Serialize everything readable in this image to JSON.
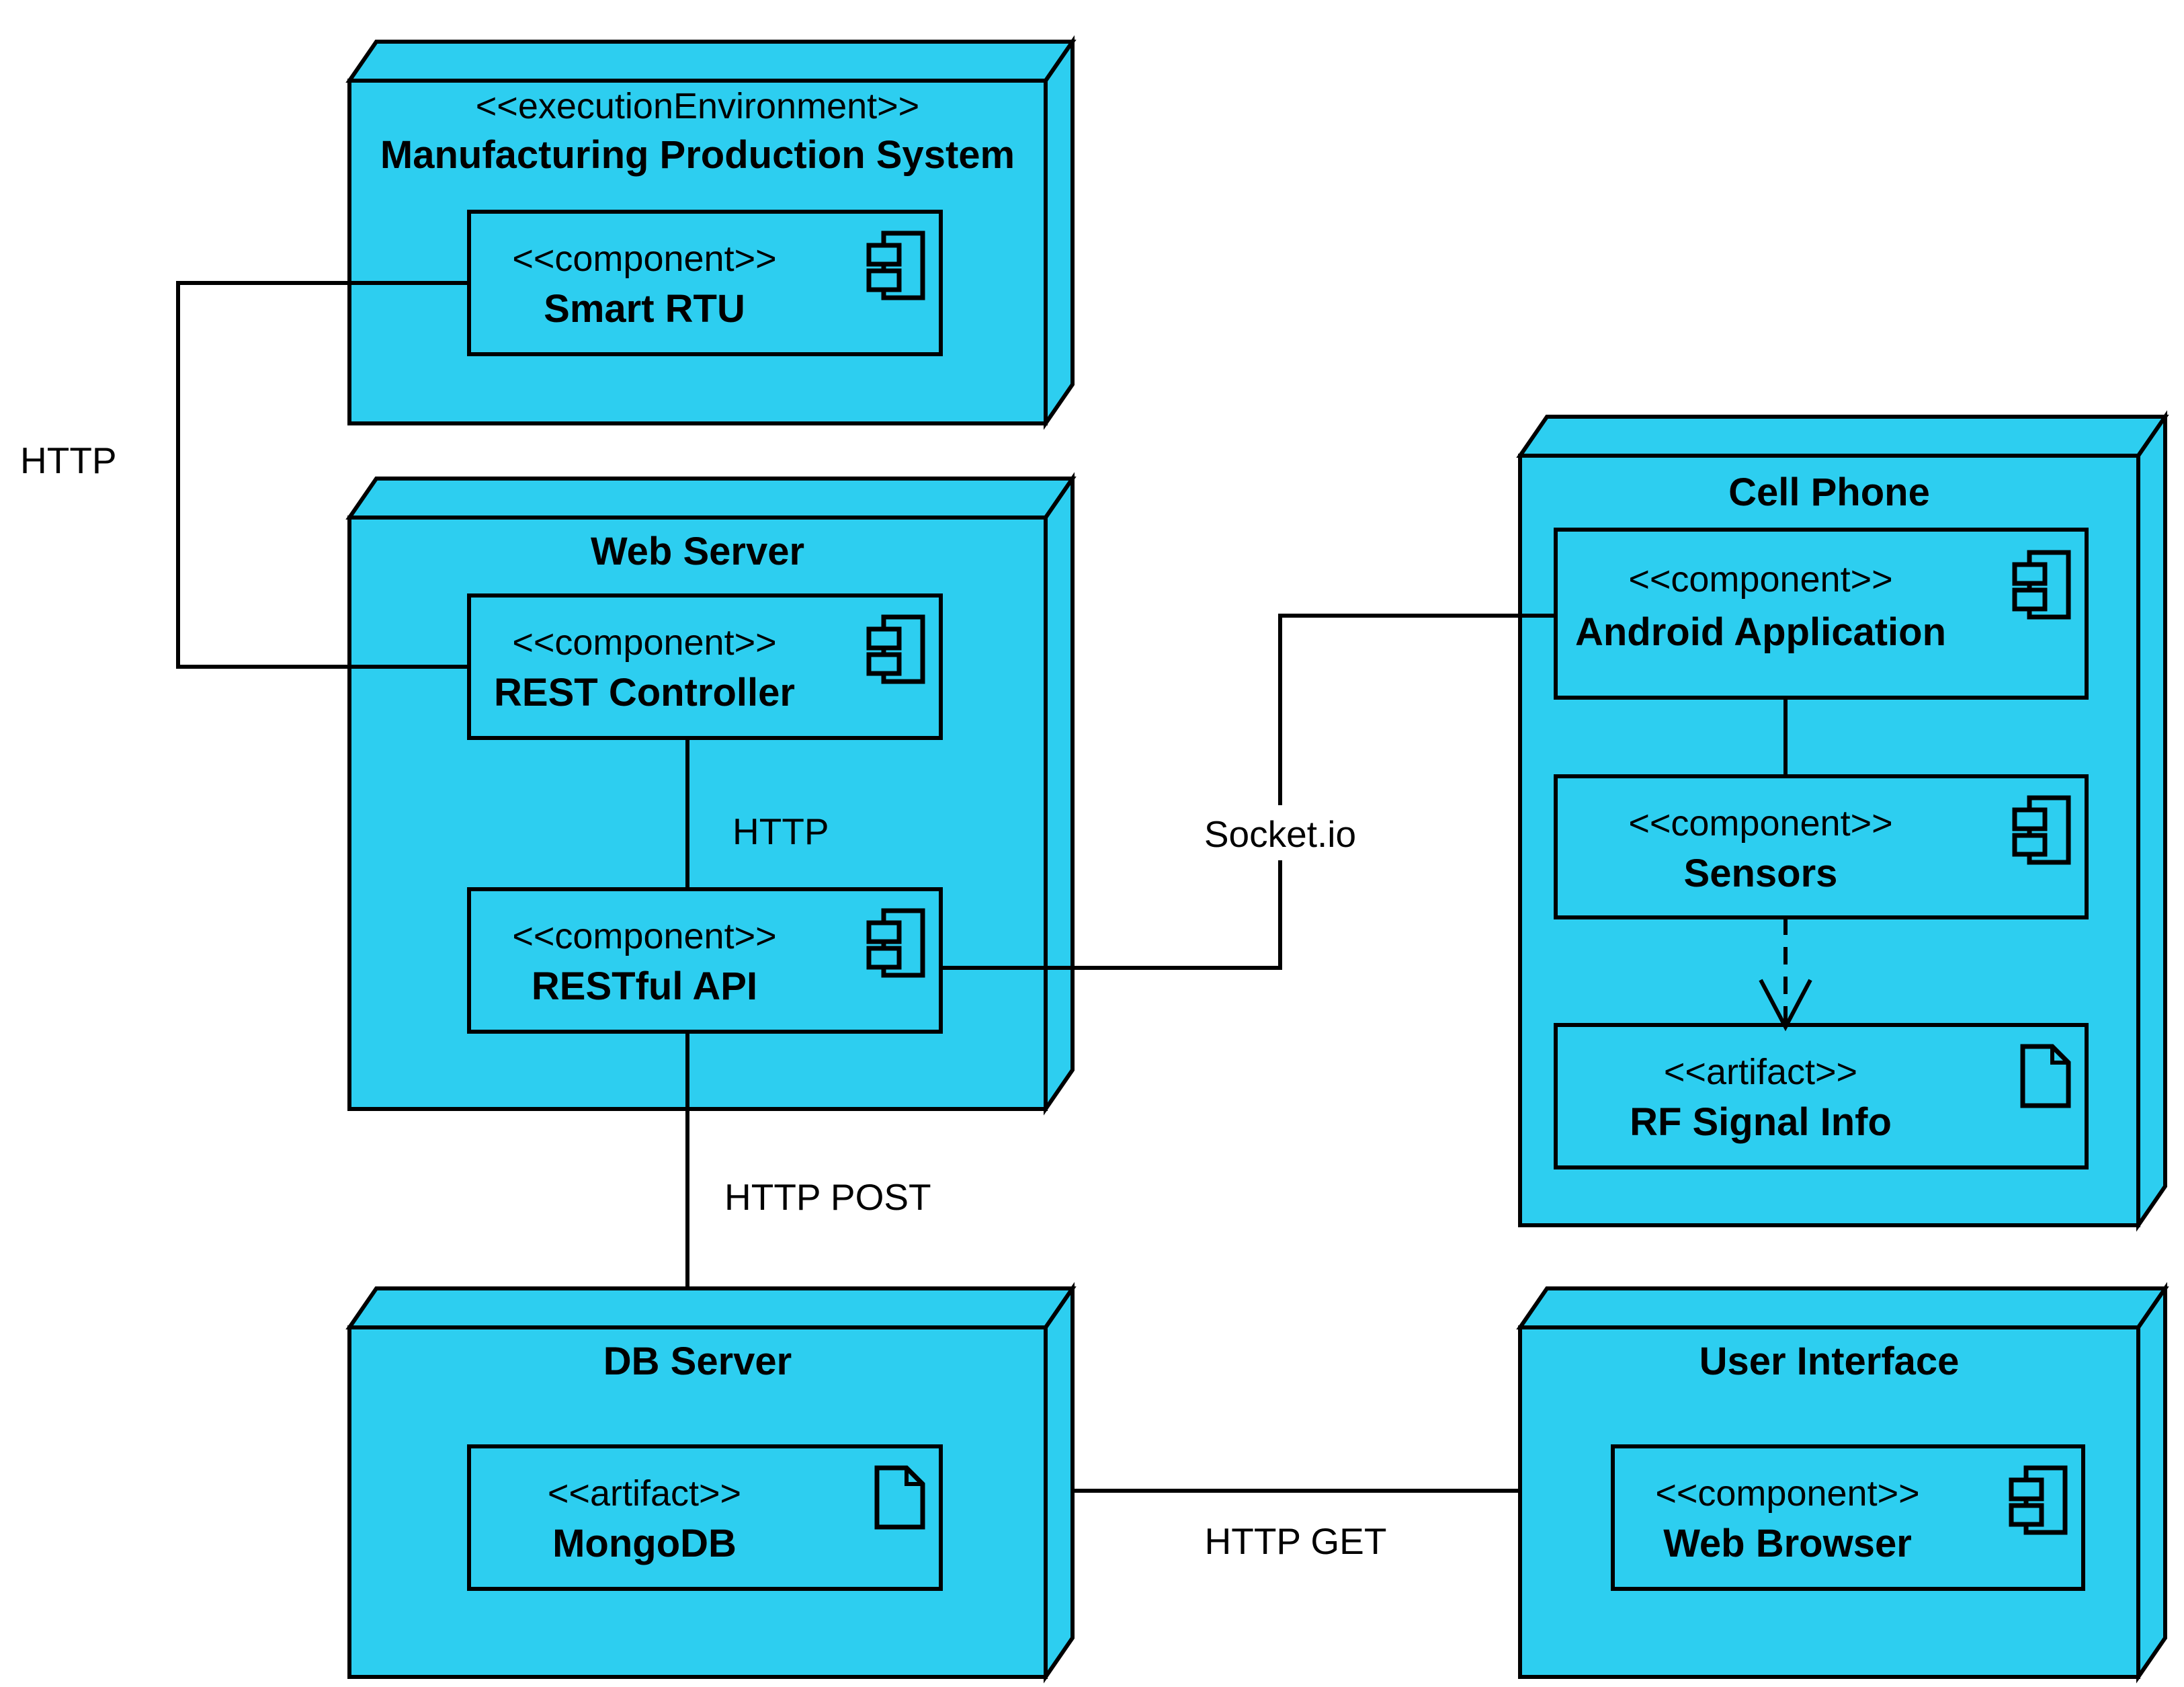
{
  "diagram": {
    "kind": "uml-deployment-diagram",
    "colors": {
      "node_fill": "#2DCEF0",
      "border": "#000000",
      "background": "#ffffff"
    },
    "nodes": [
      {
        "stereotype": "<<executionEnvironment>>",
        "title": "Manufacturing Production System",
        "children": [
          {
            "kind": "component",
            "stereotype": "<<component>>",
            "name": "Smart RTU"
          }
        ]
      },
      {
        "title": "Web Server",
        "children": [
          {
            "kind": "component",
            "stereotype": "<<component>>",
            "name": "REST Controller"
          },
          {
            "kind": "component",
            "stereotype": "<<component>>",
            "name": "RESTful API"
          }
        ]
      },
      {
        "title": "Cell Phone",
        "children": [
          {
            "kind": "component",
            "stereotype": "<<component>>",
            "name": "Android Application"
          },
          {
            "kind": "component",
            "stereotype": "<<component>>",
            "name": "Sensors"
          },
          {
            "kind": "artifact",
            "stereotype": "<<artifact>>",
            "name": "RF Signal Info"
          }
        ]
      },
      {
        "title": "DB Server",
        "children": [
          {
            "kind": "artifact",
            "stereotype": "<<artifact>>",
            "name": "MongoDB"
          }
        ]
      },
      {
        "title": "User Interface",
        "children": [
          {
            "kind": "component",
            "stereotype": "<<component>>",
            "name": "Web Browser"
          }
        ]
      }
    ],
    "connections": [
      {
        "from": "Smart RTU",
        "to": "REST Controller",
        "label": "HTTP",
        "style": "solid"
      },
      {
        "from": "REST Controller",
        "to": "RESTful API",
        "label": "HTTP",
        "style": "solid"
      },
      {
        "from": "RESTful API",
        "to": "Android Application",
        "label": "Socket.io",
        "style": "solid"
      },
      {
        "from": "RESTful API",
        "to": "DB Server",
        "label": "HTTP POST",
        "style": "solid"
      },
      {
        "from": "DB Server",
        "to": "User Interface",
        "label": "HTTP GET",
        "style": "solid"
      },
      {
        "from": "Android Application",
        "to": "Sensors",
        "label": "",
        "style": "solid"
      },
      {
        "from": "Sensors",
        "to": "RF Signal Info",
        "label": "",
        "style": "dashed-dependency-arrow"
      }
    ]
  }
}
